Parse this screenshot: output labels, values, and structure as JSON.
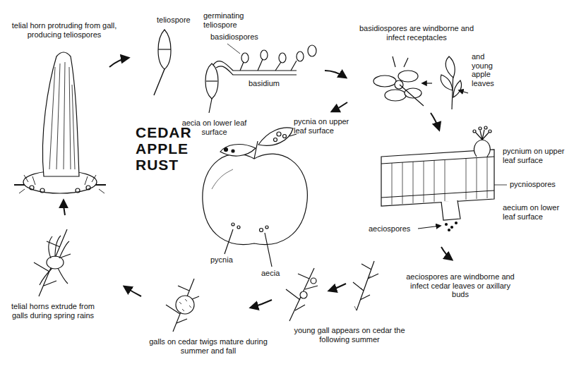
{
  "diagram": {
    "title": "CEDAR APPLE RUST",
    "labels": [
      "telial horn protruding from gall, producing teliospores",
      "teliospore",
      "germinating teliospore",
      "basidiospores",
      "basidium",
      "basidiospores are windborne and infect receptacles",
      "and young apple leaves",
      "aecia on lower leaf surface",
      "pycnia on upper leaf surface",
      "pycnia",
      "aecia",
      "pycnium on upper leaf surface",
      "pycniospores",
      "aecium on lower leaf surface",
      "aeciospores",
      "aeciospores are windborne and infect cedar leaves or axillary buds",
      "young gall appears on cedar the following summer",
      "galls on cedar twigs mature during summer and fall",
      "telial horns extrude from galls during spring rains"
    ]
  }
}
